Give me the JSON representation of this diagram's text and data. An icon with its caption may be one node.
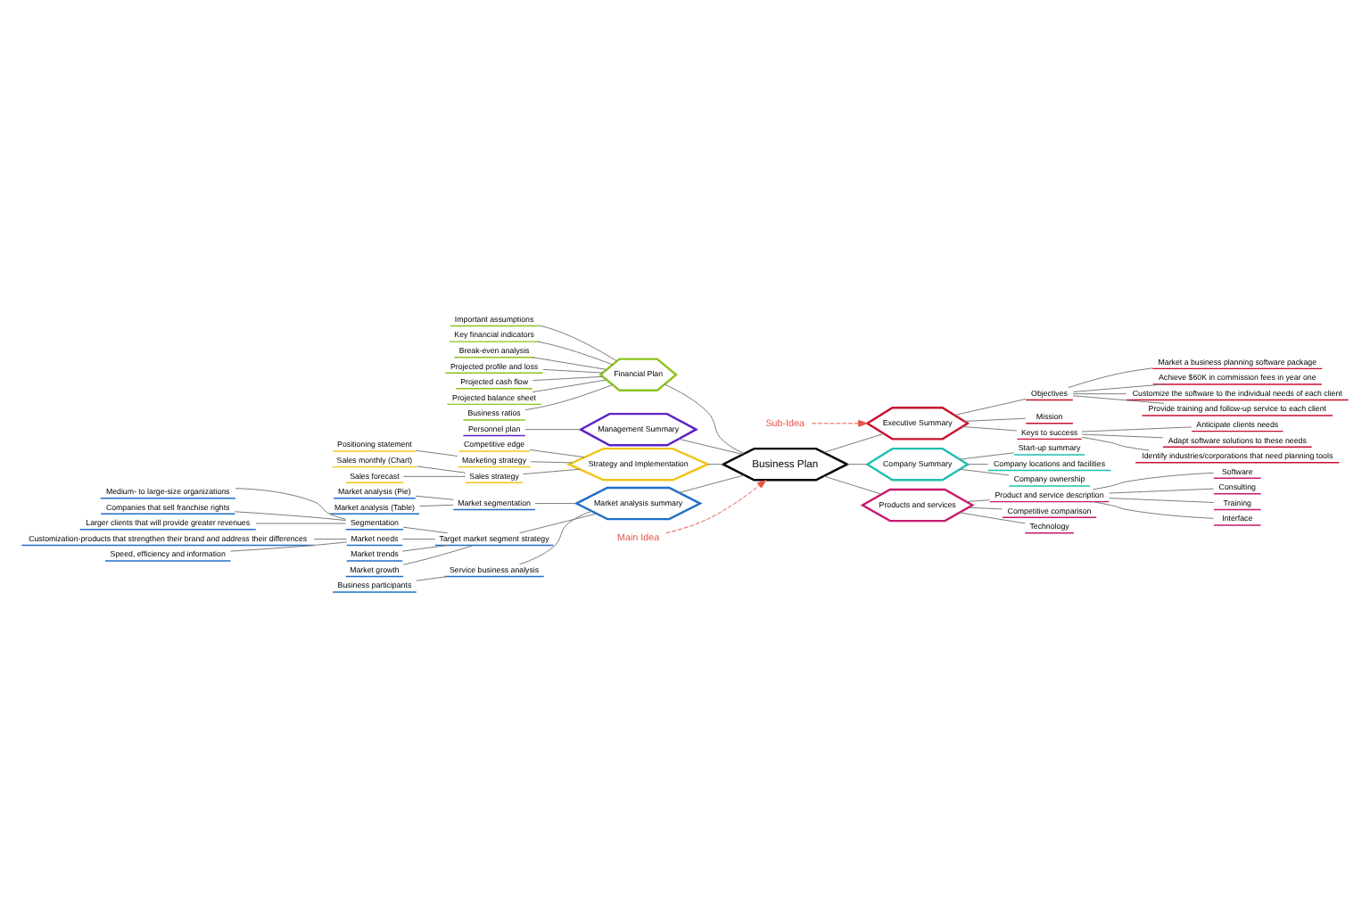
{
  "diagram": {
    "nodes": [
      {
        "text": [
          "Business Plan"
        ]
      },
      {
        "text": [
          "Financial Plan"
        ]
      },
      {
        "text": [
          "Important assumptions"
        ]
      },
      {
        "text": [
          "Key financial indicators"
        ]
      },
      {
        "text": [
          "Break-even analysis"
        ]
      },
      {
        "text": [
          "Projected profile and loss"
        ]
      },
      {
        "text": [
          "Projected cash flow"
        ]
      },
      {
        "text": [
          "Projected balance sheet"
        ]
      },
      {
        "text": [
          "Business ratios"
        ]
      },
      {
        "text": [
          "Management Summary"
        ]
      },
      {
        "text": [
          "Personnel plan"
        ]
      },
      {
        "text": [
          "Strategy and Implementation"
        ]
      },
      {
        "text": [
          "Competitive edge"
        ]
      },
      {
        "text": [
          "Marketing strategy"
        ]
      },
      {
        "text": [
          "Positioning statement"
        ]
      },
      {
        "text": [
          "Sales strategy"
        ]
      },
      {
        "text": [
          "Sales monthly (Chart)"
        ]
      },
      {
        "text": [
          "Sales forecast"
        ]
      },
      {
        "text": [
          "Market analysis summary"
        ]
      },
      {
        "text": [
          "Market segmentation"
        ]
      },
      {
        "text": [
          "Market analysis (Pie)"
        ]
      },
      {
        "text": [
          "Market analysis (Table)"
        ]
      },
      {
        "text": [
          "Target market segment strategy"
        ]
      },
      {
        "text": [
          "Segmentation"
        ]
      },
      {
        "text": [
          "Medium- to large-size organizations"
        ]
      },
      {
        "text": [
          "Companies that sell franchise rights"
        ]
      },
      {
        "text": [
          "Larger clients that will provide greater revenues"
        ]
      },
      {
        "text": [
          "Market needs"
        ]
      },
      {
        "text": [
          "Customization-products that strengthen their brand and address their differences"
        ]
      },
      {
        "text": [
          "Speed, efficiency and information"
        ]
      },
      {
        "text": [
          "Market trends"
        ]
      },
      {
        "text": [
          "Market growth"
        ]
      },
      {
        "text": [
          "Service business analysis"
        ]
      },
      {
        "text": [
          "Business participants"
        ]
      },
      {
        "text": [
          "Sub-Idea"
        ]
      },
      {
        "text": [
          "Executive Summary"
        ]
      },
      {
        "text": [
          "Objectives"
        ]
      },
      {
        "text": [
          "Market a business planning software package"
        ]
      },
      {
        "text": [
          "Achieve $60K in commission fees in year one"
        ]
      },
      {
        "text": [
          "Customize the software to the individual needs of each client"
        ]
      },
      {
        "text": [
          "Provide training and follow-up service to each client"
        ]
      },
      {
        "text": [
          "Mission"
        ]
      },
      {
        "text": [
          "Keys to success"
        ]
      },
      {
        "text": [
          "Anticipate clients needs"
        ]
      },
      {
        "text": [
          "Adapt software solutions to these needs"
        ]
      },
      {
        "text": [
          "Identify industries/corporations that need planning tools"
        ]
      },
      {
        "text": [
          "Main Idea"
        ]
      },
      {
        "text": [
          "Company Summary"
        ]
      },
      {
        "text": [
          "Start-up summary"
        ]
      },
      {
        "text": [
          "Company locations and facilities"
        ]
      },
      {
        "text": [
          "Company ownership"
        ]
      },
      {
        "text": [
          "Products and services"
        ]
      },
      {
        "text": [
          "Product and service description"
        ]
      },
      {
        "text": [
          "Software"
        ]
      },
      {
        "text": [
          "Consulting"
        ]
      },
      {
        "text": [
          "Training"
        ]
      },
      {
        "text": [
          "Interface"
        ]
      },
      {
        "text": [
          "Competitive comparison"
        ]
      },
      {
        "text": [
          "Technology"
        ]
      }
    ],
    "edges": [
      {
        "from": 0,
        "to": 1,
        "arrow": "none"
      },
      {
        "from": 1,
        "to": 2,
        "arrow": "none"
      },
      {
        "from": 1,
        "to": 3,
        "arrow": "none"
      },
      {
        "from": 1,
        "to": 4,
        "arrow": "none"
      },
      {
        "from": 1,
        "to": 5,
        "arrow": "none"
      },
      {
        "from": 1,
        "to": 6,
        "arrow": "none"
      },
      {
        "from": 1,
        "to": 7,
        "arrow": "none"
      },
      {
        "from": 1,
        "to": 8,
        "arrow": "none"
      },
      {
        "from": 0,
        "to": 9,
        "arrow": "none"
      },
      {
        "from": 9,
        "to": 10,
        "arrow": "none"
      },
      {
        "from": 0,
        "to": 11,
        "arrow": "none"
      },
      {
        "from": 11,
        "to": 12,
        "arrow": "none"
      },
      {
        "from": 11,
        "to": 13,
        "arrow": "none"
      },
      {
        "from": 13,
        "to": 14,
        "arrow": "none"
      },
      {
        "from": 11,
        "to": 15,
        "arrow": "none"
      },
      {
        "from": 15,
        "to": 16,
        "arrow": "none"
      },
      {
        "from": 15,
        "to": 17,
        "arrow": "none"
      },
      {
        "from": 0,
        "to": 18,
        "arrow": "none"
      },
      {
        "from": 18,
        "to": 19,
        "arrow": "none"
      },
      {
        "from": 19,
        "to": 20,
        "arrow": "none"
      },
      {
        "from": 19,
        "to": 21,
        "arrow": "none"
      },
      {
        "from": 18,
        "to": 22,
        "arrow": "none"
      },
      {
        "from": 22,
        "to": 23,
        "arrow": "none"
      },
      {
        "from": 23,
        "to": 24,
        "arrow": "none"
      },
      {
        "from": 23,
        "to": 25,
        "arrow": "none"
      },
      {
        "from": 23,
        "to": 26,
        "arrow": "none"
      },
      {
        "from": 22,
        "to": 27,
        "arrow": "none"
      },
      {
        "from": 27,
        "to": 28,
        "arrow": "none"
      },
      {
        "from": 27,
        "to": 29,
        "arrow": "none"
      },
      {
        "from": 22,
        "to": 30,
        "arrow": "none"
      },
      {
        "from": 22,
        "to": 31,
        "arrow": "none"
      },
      {
        "from": 18,
        "to": 32,
        "arrow": "none"
      },
      {
        "from": 32,
        "to": 33,
        "arrow": "none"
      },
      {
        "from": 34,
        "to": 35,
        "arrow": "to",
        "style": "dashed",
        "color": "#e8534a"
      },
      {
        "from": 0,
        "to": 35,
        "arrow": "none"
      },
      {
        "from": 35,
        "to": 36,
        "arrow": "none"
      },
      {
        "from": 36,
        "to": 37,
        "arrow": "none"
      },
      {
        "from": 36,
        "to": 38,
        "arrow": "none"
      },
      {
        "from": 36,
        "to": 39,
        "arrow": "none"
      },
      {
        "from": 36,
        "to": 40,
        "arrow": "none"
      },
      {
        "from": 35,
        "to": 41,
        "arrow": "none"
      },
      {
        "from": 35,
        "to": 42,
        "arrow": "none"
      },
      {
        "from": 42,
        "to": 43,
        "arrow": "none"
      },
      {
        "from": 42,
        "to": 44,
        "arrow": "none"
      },
      {
        "from": 42,
        "to": 45,
        "arrow": "none"
      },
      {
        "from": 46,
        "to": 0,
        "arrow": "to",
        "style": "dashed",
        "color": "#e8534a"
      },
      {
        "from": 0,
        "to": 47,
        "arrow": "none"
      },
      {
        "from": 47,
        "to": 48,
        "arrow": "none"
      },
      {
        "from": 47,
        "to": 49,
        "arrow": "none"
      },
      {
        "from": 47,
        "to": 50,
        "arrow": "none"
      },
      {
        "from": 0,
        "to": 51,
        "arrow": "none"
      },
      {
        "from": 51,
        "to": 52,
        "arrow": "none"
      },
      {
        "from": 52,
        "to": 53,
        "arrow": "none"
      },
      {
        "from": 52,
        "to": 54,
        "arrow": "none"
      },
      {
        "from": 52,
        "to": 55,
        "arrow": "none"
      },
      {
        "from": 52,
        "to": 56,
        "arrow": "none"
      },
      {
        "from": 51,
        "to": 57,
        "arrow": "none"
      },
      {
        "from": 51,
        "to": 58,
        "arrow": "none"
      }
    ]
  }
}
